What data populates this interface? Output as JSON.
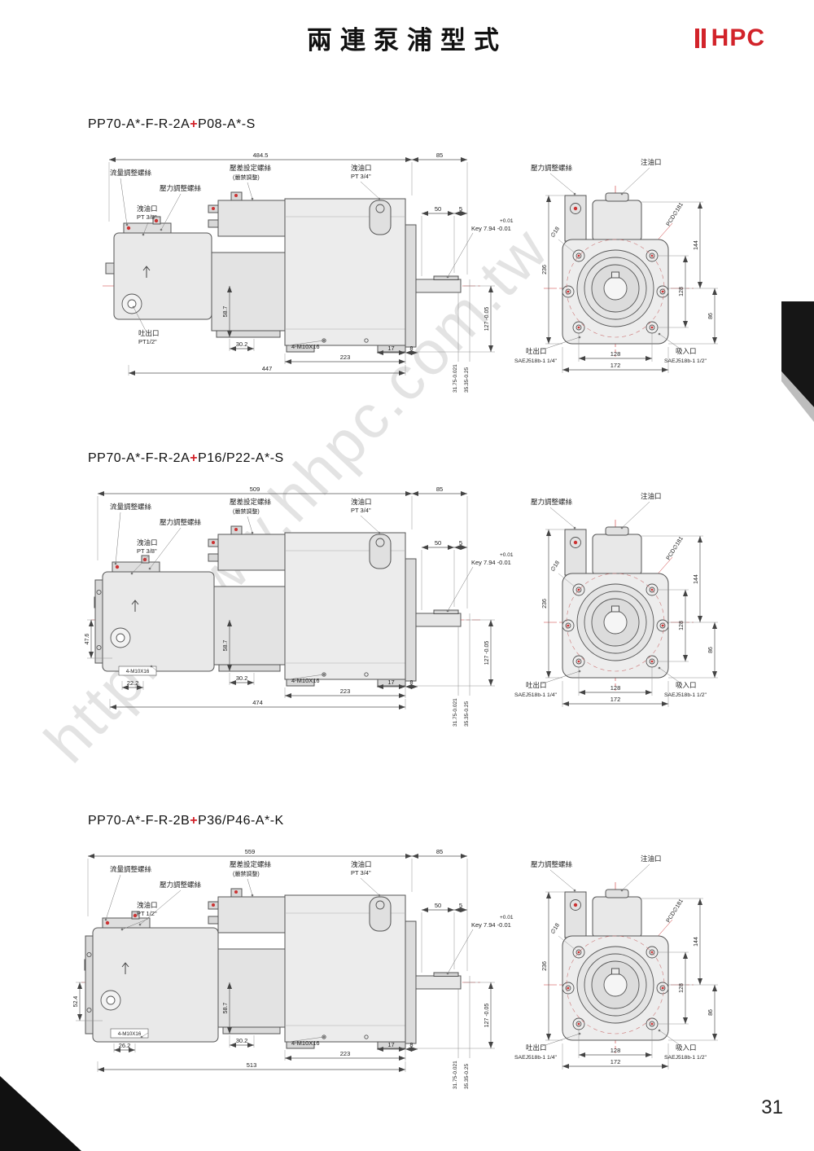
{
  "page": {
    "title": "兩連泵浦型式",
    "logo_text": "HPC",
    "page_number": "31",
    "watermark": "http://www.hhpc.com.tw"
  },
  "colors": {
    "accent": "#d2232a",
    "centerline": "#cc3333"
  },
  "sections": [
    {
      "model": {
        "base": "PP70-A*-F-R-2A",
        "plus": "+",
        "variant": "P08-A*-S"
      },
      "side": {
        "labels": {
          "flow_screw": "流量調整螺絲",
          "pressure_screw": "壓力調整螺絲",
          "diff_screw": "壓差設定螺絲",
          "diff_note": "(嚴禁調整)",
          "drain_front": "洩油口",
          "drain_front_size": "PT 3/8\"",
          "drain_main": "洩油口",
          "drain_main_size": "PT 3/4\"",
          "outlet": "吐出口",
          "outlet_size": "PT1/2\"",
          "bolts": "4-M10X16",
          "key_plus": "+0.01",
          "key_main": "Key 7.94 -0.01"
        },
        "dims": {
          "top_overall": "484.5",
          "top_right": "85",
          "d50": "50",
          "d5": "5",
          "shaft_center": "127 -0.05",
          "front_base": "58.7",
          "d302": "30.2",
          "body": "223",
          "d17": "17",
          "d8": "8",
          "bottom_overall": "447",
          "key_h": "31.75-0.021",
          "key_w": "35.35-0.25"
        }
      },
      "front": {
        "labels": {
          "pressure_screw": "壓力調整螺絲",
          "fill_port": "注油口",
          "pcd": "PCD∅181",
          "bolt_hole": "∅18",
          "outlet": "吐出口",
          "outlet_size": "SAEJ518b-1 1/4\"",
          "inlet": "吸入口",
          "inlet_size": "SAEJ518b-1 1/2\""
        },
        "dims": {
          "height": "236",
          "d144": "144",
          "bolt_v": "128",
          "d86": "86",
          "bolt_h": "128",
          "width": "172"
        }
      }
    },
    {
      "model": {
        "base": "PP70-A*-F-R-2A",
        "plus": "+",
        "variant": "P16/P22-A*-S"
      },
      "side": {
        "labels": {
          "flow_screw": "流量調整螺絲",
          "pressure_screw": "壓力調整螺絲",
          "diff_screw": "壓差設定螺絲",
          "diff_note": "(嚴禁調整)",
          "drain_front": "洩油口",
          "drain_front_size": "PT 3/8\"",
          "drain_main": "洩油口",
          "drain_main_size": "PT 3/4\"",
          "bolts": "4-M10X16",
          "key_plus": "+0.01",
          "key_main": "Key 7.94 -0.01"
        },
        "dims": {
          "top_overall": "509",
          "top_right": "85",
          "d50": "50",
          "d5": "5",
          "shaft_center": "127 -0.05",
          "front_base": "58.7",
          "d302": "30.2",
          "body": "223",
          "d17": "17",
          "d8": "8",
          "bottom_overall": "474",
          "key_h": "31.75-0.021",
          "key_w": "35.35-0.25"
        }
      },
      "extra": {
        "left_height": "47.6",
        "bolt_box": "4-M10X16",
        "bottom_left": "22.2"
      },
      "front": {
        "labels": {
          "pressure_screw": "壓力調整螺絲",
          "fill_port": "注油口",
          "pcd": "PCD∅181",
          "bolt_hole": "∅18",
          "outlet": "吐出口",
          "outlet_size": "SAEJ518b-1 1/4\"",
          "inlet": "吸入口",
          "inlet_size": "SAEJ518b-1 1/2\""
        },
        "dims": {
          "height": "236",
          "d144": "144",
          "bolt_v": "128",
          "d86": "86",
          "bolt_h": "128",
          "width": "172"
        }
      }
    },
    {
      "model": {
        "base": "PP70-A*-F-R-2B",
        "plus": "+",
        "variant": "P36/P46-A*-K"
      },
      "side": {
        "labels": {
          "flow_screw": "流量調整螺絲",
          "pressure_screw": "壓力調整螺絲",
          "diff_screw": "壓差設定螺絲",
          "diff_note": "(嚴禁調整)",
          "drain_front": "洩油口",
          "drain_front_size": "PT 1/2\"",
          "drain_main": "洩油口",
          "drain_main_size": "PT 3/4\"",
          "bolts": "4-M10X16",
          "key_plus": "+0.01",
          "key_main": "Key 7.94 -0.01"
        },
        "dims": {
          "top_overall": "559",
          "top_right": "85",
          "d50": "50",
          "d5": "5",
          "shaft_center": "127 -0.05",
          "front_base": "58.7",
          "d302": "30.2",
          "body": "223",
          "d17": "17",
          "d8": "8",
          "bottom_overall": "513",
          "key_h": "31.75-0.021",
          "key_w": "35.35-0.25"
        }
      },
      "extra": {
        "left_height": "52.4",
        "bolt_box": "4-M10X16",
        "bottom_left": "26.2"
      },
      "front": {
        "labels": {
          "pressure_screw": "壓力調整螺絲",
          "fill_port": "注油口",
          "pcd": "PCD∅181",
          "bolt_hole": "∅18",
          "outlet": "吐出口",
          "outlet_size": "SAEJ518b-1 1/4\"",
          "inlet": "吸入口",
          "inlet_size": "SAEJ518b-1 1/2\""
        },
        "dims": {
          "height": "236",
          "d144": "144",
          "bolt_v": "128",
          "d86": "86",
          "bolt_h": "128",
          "width": "172"
        }
      }
    }
  ]
}
